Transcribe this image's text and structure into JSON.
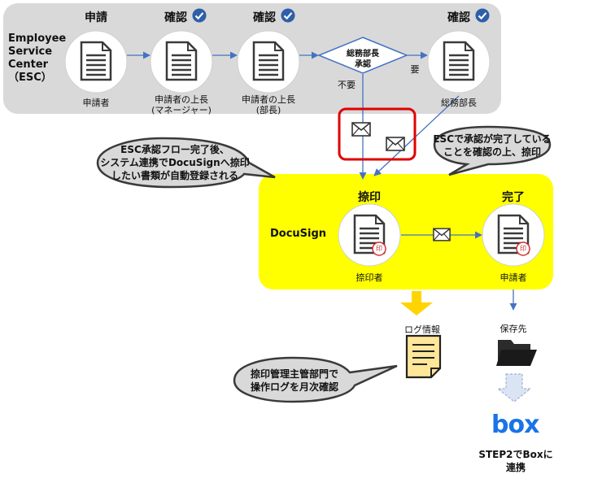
{
  "esc": {
    "title_line1": "Employee",
    "title_line2": "Service",
    "title_line3": "Center",
    "title_line4": "（ESC）",
    "steps": [
      {
        "heading": "申請",
        "label": "申請者",
        "label2": ""
      },
      {
        "heading": "確認",
        "label": "申請者の上長",
        "label2": "(マネージャー)"
      },
      {
        "heading": "確認",
        "label": "申請者の上長",
        "label2": "(部長)"
      },
      {
        "heading": "確認",
        "label": "総務部長",
        "label2": ""
      }
    ],
    "decision_line1": "総務部長",
    "decision_line2": "承認",
    "no_label": "不要",
    "yes_label": "要"
  },
  "bubbles": {
    "left_line1": "ESC承認フロー完了後、",
    "left_line2": "システム連携でDocuSignへ捺印",
    "left_line3": "したい書類が自動登録される",
    "right_line1": "ESCで承認が完了している",
    "right_line2": "ことを確認の上、捺印",
    "bottom_line1": "捺印管理主管部門で",
    "bottom_line2": "操作ログを月次確認"
  },
  "docusign": {
    "title": "DocuSign",
    "seal_heading": "捺印",
    "seal_label": "捺印者",
    "done_heading": "完了",
    "done_label": "申請者",
    "stamp_glyph": "印"
  },
  "log": {
    "label": "ログ情報"
  },
  "storage": {
    "label": "保存先",
    "brand": "box",
    "step_line1": "STEP2でBoxに",
    "step_line2": "連携"
  },
  "colors": {
    "esc_panel": "#d9d9d9",
    "docusign_panel": "#ffff00",
    "arrow": "#4472c4",
    "highlight": "#e00000",
    "check": "#2e5fa8",
    "box_brand": "#1a73e8",
    "log_note": "#ffe699"
  }
}
